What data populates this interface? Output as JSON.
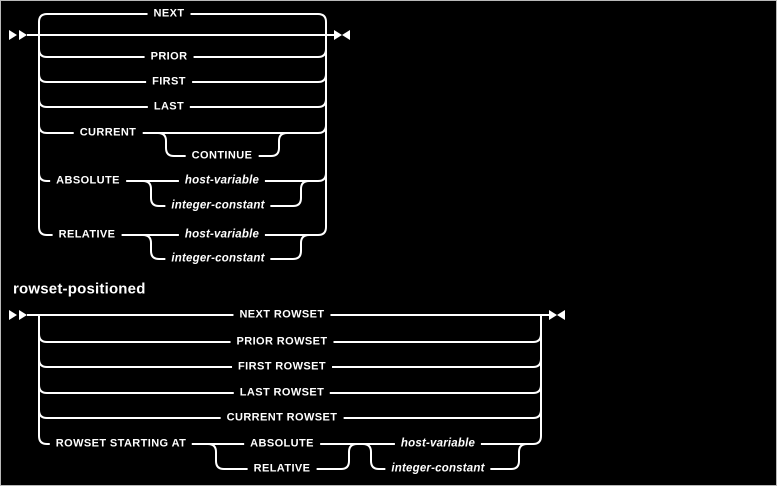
{
  "section_label": "rowset-positioned",
  "d1": {
    "next": "NEXT",
    "prior": "PRIOR",
    "first": "FIRST",
    "last": "LAST",
    "current": "CURRENT",
    "continue": "CONTINUE",
    "absolute": "ABSOLUTE",
    "abs_host_variable": "host-variable",
    "abs_integer_constant": "integer-constant",
    "relative": "RELATIVE",
    "rel_host_variable": "host-variable",
    "rel_integer_constant": "integer-constant"
  },
  "d2": {
    "next_rowset": "NEXT ROWSET",
    "prior_rowset": "PRIOR ROWSET",
    "first_rowset": "FIRST ROWSET",
    "last_rowset": "LAST ROWSET",
    "current_rowset": "CURRENT ROWSET",
    "rowset_starting_at": "ROWSET STARTING AT",
    "absolute": "ABSOLUTE",
    "relative": "RELATIVE",
    "host_variable": "host-variable",
    "integer_constant": "integer-constant"
  },
  "colors": {
    "background": "#000000",
    "line": "#ffffff",
    "text": "#ffffff",
    "border": "#b9b9b9"
  }
}
